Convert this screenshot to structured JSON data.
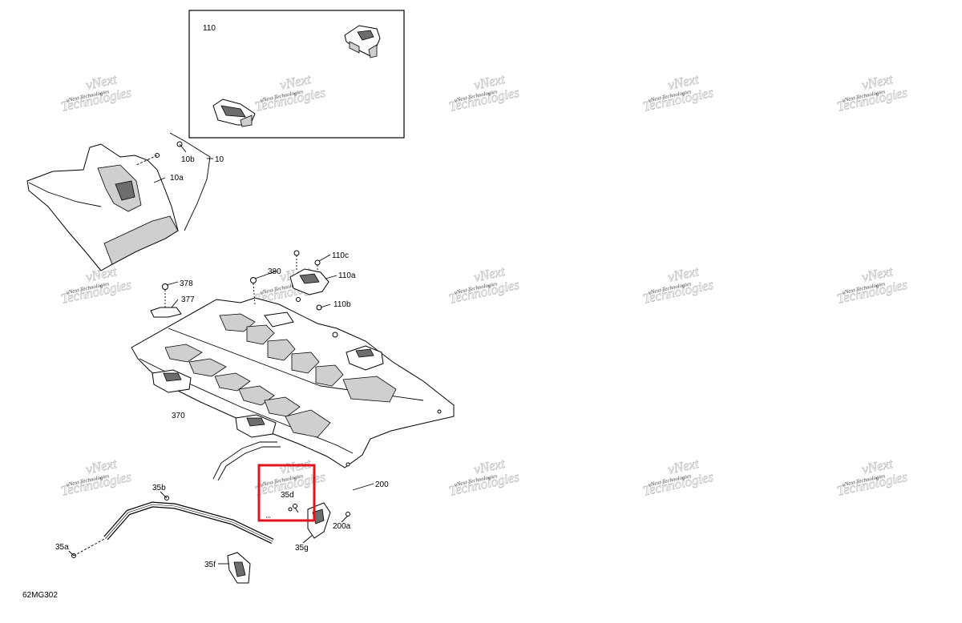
{
  "diagram_code": "62MG302",
  "watermark": {
    "line1": "vNext",
    "line2": "Technologies",
    "line3": "vNext Technologies"
  },
  "callouts": {
    "c110": "110",
    "c10": "10",
    "c10a": "10a",
    "c10b": "10b",
    "c380": "380",
    "c378": "378",
    "c377": "377",
    "c110c": "110c",
    "c110a": "110a",
    "c110b": "110b",
    "c370": "370",
    "c200": "200",
    "c200a": "200a",
    "c35b": "35b",
    "c35d": "35d",
    "c35a": "35a",
    "c35g": "35g",
    "c35f": "35f"
  },
  "highlight_color": "#e0161f"
}
